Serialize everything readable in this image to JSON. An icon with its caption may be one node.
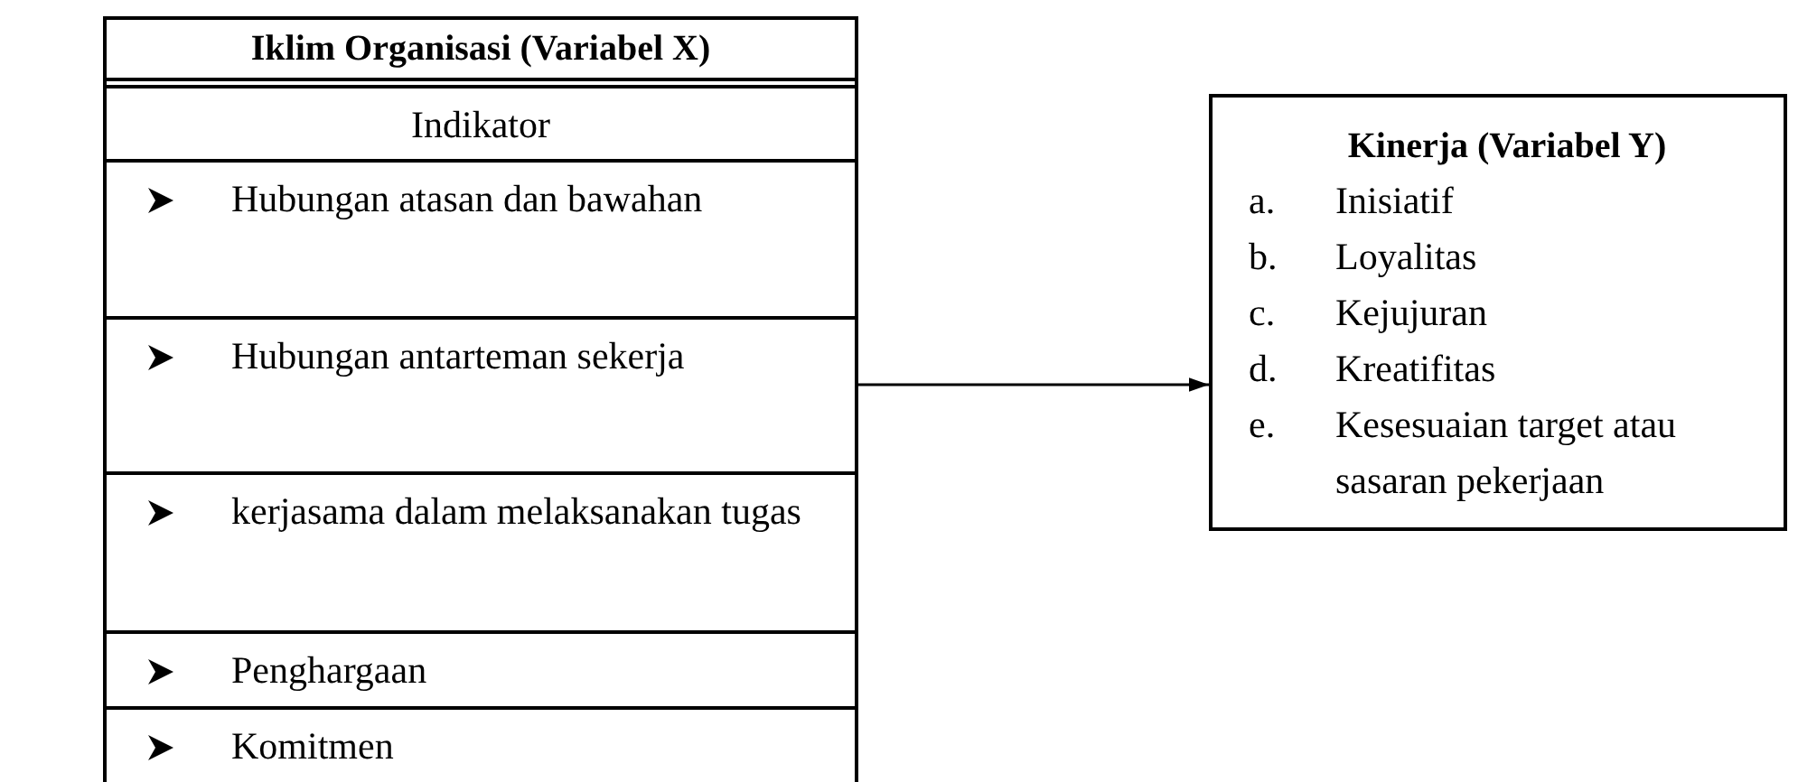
{
  "diagram": {
    "nodes": [
      {
        "text": [
          "Iklim Organisasi (Variabel X)",
          "Indikator",
          "Hubungan atasan dan bawahan",
          "Hubungan antarteman sekerja",
          "kerjasama dalam melaksanakan tugas",
          "Penghargaan",
          "Komitmen"
        ]
      },
      {
        "text": [
          "Kinerja (Variabel Y)",
          "a. Inisiatif",
          "b. Loyalitas",
          "c. Kejujuran",
          "d. Kreatifitas",
          "e. Kesesuaian target atau sasaran pekerjaan"
        ]
      }
    ],
    "edges": [
      {
        "from": 0,
        "to": 1,
        "arrow": "to"
      }
    ]
  }
}
